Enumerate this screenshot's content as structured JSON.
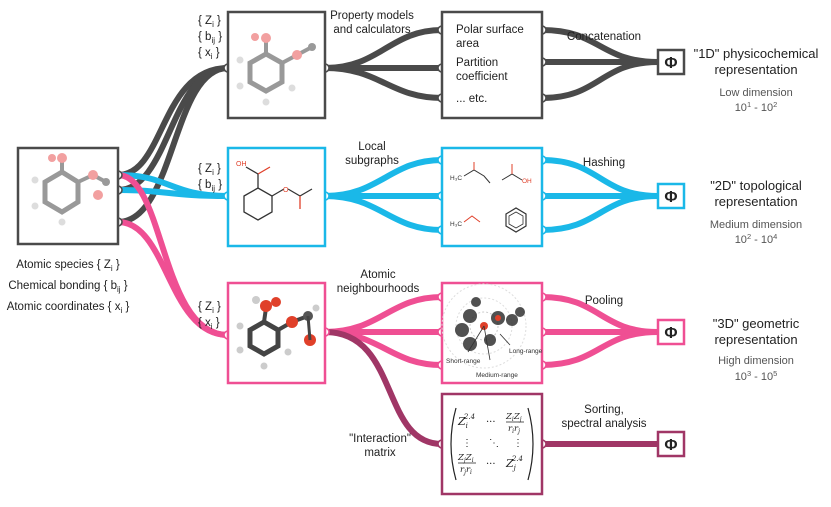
{
  "colors": {
    "dark_gray": "#4a4a4a",
    "cyan": "#1ab8e8",
    "pink": "#ef4f93",
    "maroon": "#a03666",
    "atom_red": "#e0402a",
    "atom_gray": "#888888"
  },
  "input": {
    "label_line1": "Atomic species { Z",
    "label_line1_sub": "i",
    "label_line2": "Chemical bonding { b",
    "label_line2_sub": "ij",
    "label_line3": "Atomic coordinates { x",
    "label_line3_sub": "i"
  },
  "branch_1d": {
    "set_labels": [
      "{ Z",
      "{ b",
      "{ x"
    ],
    "set_subs": [
      "i",
      "ij",
      "i"
    ],
    "step_label_line1": "Property models",
    "step_label_line2": "and calculators",
    "properties": [
      "Polar surface",
      "area",
      "Partition",
      "coefficient",
      "... etc."
    ],
    "combine_label": "Concatenation",
    "phi": "Φ",
    "title_line1": "\"1D\" physicochemical",
    "title_line2": "representation",
    "dim_label": "Low dimension",
    "dim_range": "10",
    "dim_exp1": "1",
    "dim_mid": " - 10",
    "dim_exp2": "2"
  },
  "branch_2d": {
    "set_labels": [
      "{ Z",
      "{ b"
    ],
    "set_subs": [
      "i",
      "ij"
    ],
    "step_label_line1": "Local",
    "step_label_line2": "subgraphs",
    "fragment_labels": [
      "OH",
      "O",
      "H₃C",
      "OH",
      "H₃C"
    ],
    "combine_label": "Hashing",
    "phi": "Φ",
    "title_line1": "\"2D\" topological",
    "title_line2": "representation",
    "dim_label": "Medium dimension",
    "dim_range": "10",
    "dim_exp1": "2",
    "dim_mid": " - 10",
    "dim_exp2": "4"
  },
  "branch_3d": {
    "set_labels": [
      "{ Z",
      "{ x"
    ],
    "set_subs": [
      "i",
      "i"
    ],
    "step_label_line1": "Atomic",
    "step_label_line2": "neighbourhoods",
    "range_labels": [
      "Short-range",
      "Medium-range",
      "Long-range"
    ],
    "combine_label": "Pooling",
    "phi": "Φ",
    "title_line1": "\"3D\" geometric",
    "title_line2": "representation",
    "dim_label": "High dimension",
    "dim_range": "10",
    "dim_exp1": "3",
    "dim_mid": " - 10",
    "dim_exp2": "5"
  },
  "branch_matrix": {
    "matrix_label_line1": "\"Interaction\"",
    "matrix_label_line2": "matrix",
    "combine_label_line1": "Sorting,",
    "combine_label_line2": "spectral analysis",
    "phi": "Φ",
    "cell_11": "Z",
    "cell_11_sub": "i",
    "cell_11_sup": "2.4",
    "cell_12": "Z",
    "cell_12_sub_a": "i",
    "cell_12_mid": "Z",
    "cell_12_sub_b": "j",
    "cell_12_den": "r",
    "cell_12_den_sub_a": "i",
    "cell_12_den_mid": "r",
    "cell_12_den_sub_b": "j",
    "cell_21": "Z",
    "cell_21_sub_a": "j",
    "cell_21_mid": "Z",
    "cell_21_sub_b": "i",
    "cell_21_den": "r",
    "cell_21_den_sub_a": "j",
    "cell_21_den_mid": "r",
    "cell_21_den_sub_b": "i",
    "cell_22": "Z",
    "cell_22_sub": "j",
    "cell_22_sup": "2.4",
    "hdots": "···",
    "vdots": "⋮",
    "ddots": "⋱"
  }
}
